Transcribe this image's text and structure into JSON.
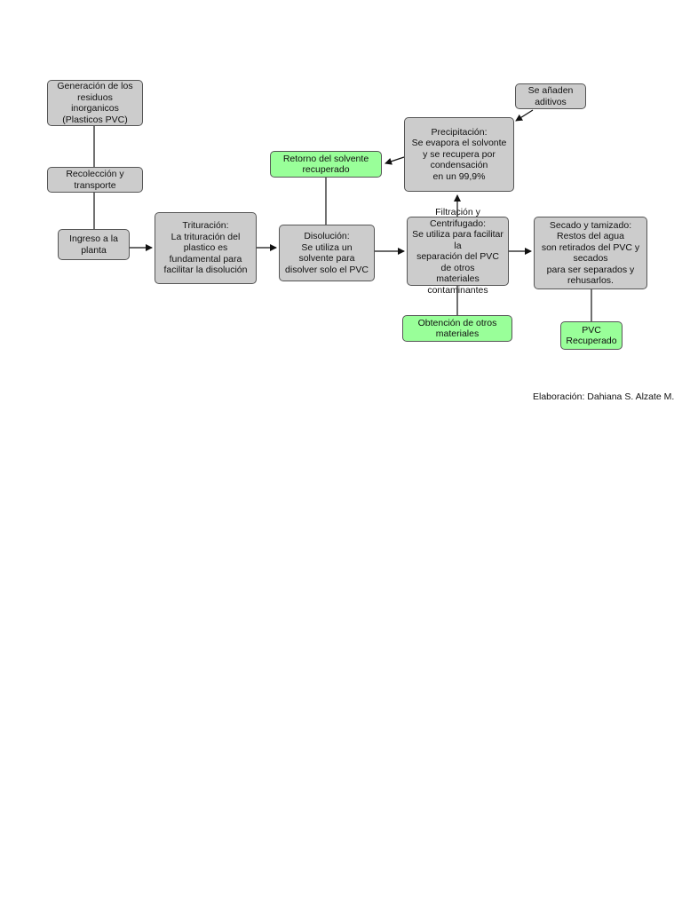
{
  "nodes": {
    "generation": "Generación de los residuos\ninorganicos (Plasticos PVC)",
    "collection": "Recolección y transporte",
    "intake": "Ingreso a la planta",
    "grinding": "Trituración:\nLa trituración del\nplastico es fundamental para\nfacilitar la disolución",
    "dissolution": "Disolución:\nSe utiliza un solvente para\ndisolver solo el PVC",
    "filtration": "Filtración y Centrifugado:\nSe utiliza para facilitar la\nseparación del PVC de otros\nmateriales contaminantes",
    "drying": "Secado y tamizado:\nRestos del agua\nson retirados del PVC y secados\npara ser separados y rehusarlos.",
    "precipitation": "Precipitación:\nSe evapora el solvonte\ny se recupera por condensación\nen un 99,9%",
    "additives": "Se añaden aditivos",
    "solvent_return": "Retorno del solvente recuperado",
    "other_materials": "Obtención de otros materiales",
    "pvc_recovered": "PVC Recuperado"
  },
  "caption": "Elaboración: Dahiana S. Alzate M.",
  "colors": {
    "process_fill": "#cccccc",
    "output_fill": "#99ff99",
    "border": "#555555",
    "connector": "#111111"
  }
}
